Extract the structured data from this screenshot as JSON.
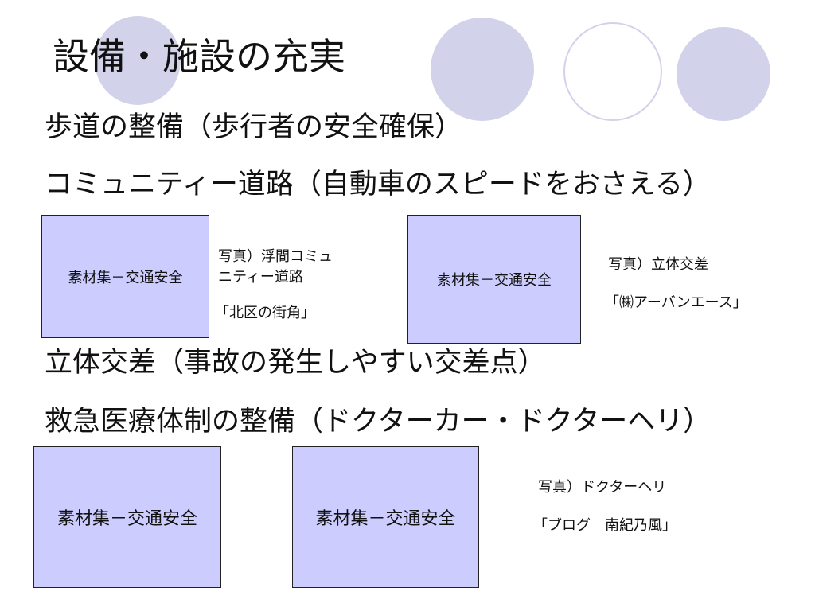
{
  "slide": {
    "title": "設備・施設の充実",
    "bullets": [
      "歩道の整備（歩行者の安全確保）",
      "コミュニティー道路（自動車のスピードをおさえる）",
      "立体交差（事故の発生しやすい交差点）",
      "救急医療体制の整備（ドクターカー・ドクターヘリ）"
    ],
    "photo_placeholder_label": "素材集－交通安全",
    "captions": {
      "photo1": [
        "写真）浮間コミュ",
        "ニティー道路",
        "「北区の街角」"
      ],
      "photo2": [
        "写真）立体交差",
        "「㈱アーバンエース」"
      ],
      "photo4": [
        "写真）ドクターヘリ",
        "「ブログ　南紀乃風」"
      ]
    }
  },
  "colors": {
    "decor_circle": "#d2d2ea",
    "placeholder_fill": "#ccccff",
    "text": "#111111"
  }
}
